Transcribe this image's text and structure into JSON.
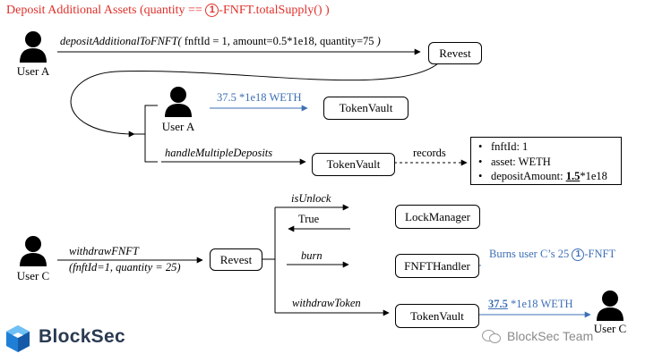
{
  "title": {
    "prefix": "Deposit Additional Assets (quantity == ",
    "circled_number": "1",
    "suffix": "-FNFT.totalSupply() )"
  },
  "actors": {
    "user_a_top": "User A",
    "user_a_inner": "User A",
    "user_c_left": "User C",
    "user_c_right": "User C"
  },
  "boxes": {
    "revest_top": "Revest",
    "tokenvault_1": "TokenVault",
    "tokenvault_2": "TokenVault",
    "lockmanager": "LockManager",
    "revest_mid": "Revest",
    "fnfthandler": "FNFTHandler",
    "tokenvault_3": "TokenVault"
  },
  "calls": {
    "deposit_call": "depositAdditionalToFNFT(",
    "deposit_args": " fnftId = 1, amount=0.5*1e18, quantity=75 ",
    "deposit_close": ")",
    "weth_transfer": "37.5 *1e18 WETH",
    "handle_multiple": "handleMultipleDeposits",
    "records": "records",
    "withdraw_fnft": "withdrawFNFT",
    "withdraw_args": "(fnftId=1, quantity = 25)",
    "is_unlock": "isUnlock",
    "true_return": "True",
    "burn": "burn",
    "burns_prefix": "Burns user C’s 25 ",
    "burns_circled": "1",
    "burns_suffix": "-FNFT",
    "withdraw_token": "withdrawToken",
    "withdraw_amount_bold": "37.5",
    "withdraw_amount_rest": " *1e18 WETH"
  },
  "record_fields": {
    "fnft_id": "fnftId: 1",
    "asset": "asset: WETH",
    "deposit_prefix": "depositAmount: ",
    "deposit_bold": "1.5",
    "deposit_suffix": "*1e18"
  },
  "branding": {
    "logo": "BlockSec",
    "watermark": "BlockSec Team"
  },
  "colors": {
    "title_red": "#e0302a",
    "accent_blue": "#3d6fb5",
    "brand_navy": "#2a3a52"
  }
}
